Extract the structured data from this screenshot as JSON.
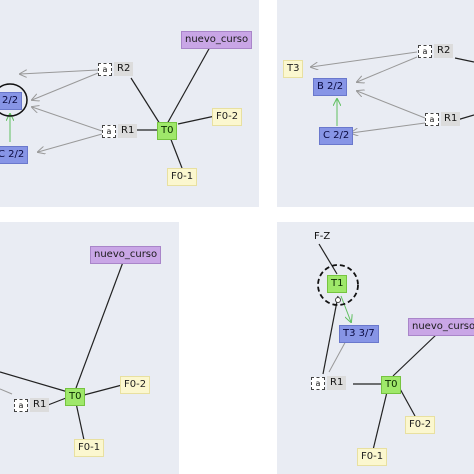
{
  "panels": {
    "top_left": {
      "nuevo_curso": "nuevo_curso",
      "r2": "R2",
      "r1": "R1",
      "a_icon": "a",
      "b_partial": "2/2",
      "c_partial": "C 2/2",
      "t0": "T0",
      "fo2": "F0-2",
      "fo1": "F0-1"
    },
    "top_right": {
      "t3": "T3",
      "r2": "R2",
      "r1": "R1",
      "a_icon": "a",
      "b": "B 2/2",
      "c": "C 2/2"
    },
    "bottom_left": {
      "nuevo_curso": "nuevo_curso",
      "r1": "R1",
      "a_icon": "a",
      "t0": "T0",
      "fo2": "F0-2",
      "fo1": "F0-1"
    },
    "bottom_right": {
      "fz": "F-Z",
      "t1": "T1",
      "t3": "T3 3/7",
      "nuevo_curso": "nuevo_curso",
      "r1": "R1",
      "a_icon": "a",
      "t0": "T0",
      "fo2": "F0-2",
      "fo1": "F0-1"
    }
  },
  "colors": {
    "panel_bg": "#e9ecf3",
    "purple": "#c9a6e6",
    "blue": "#8795e6",
    "green": "#9fe86a",
    "fo": "#fbf7cf",
    "edge_gray": "#999999",
    "edge_dark": "#222222",
    "edge_green": "#5fbf5f"
  }
}
